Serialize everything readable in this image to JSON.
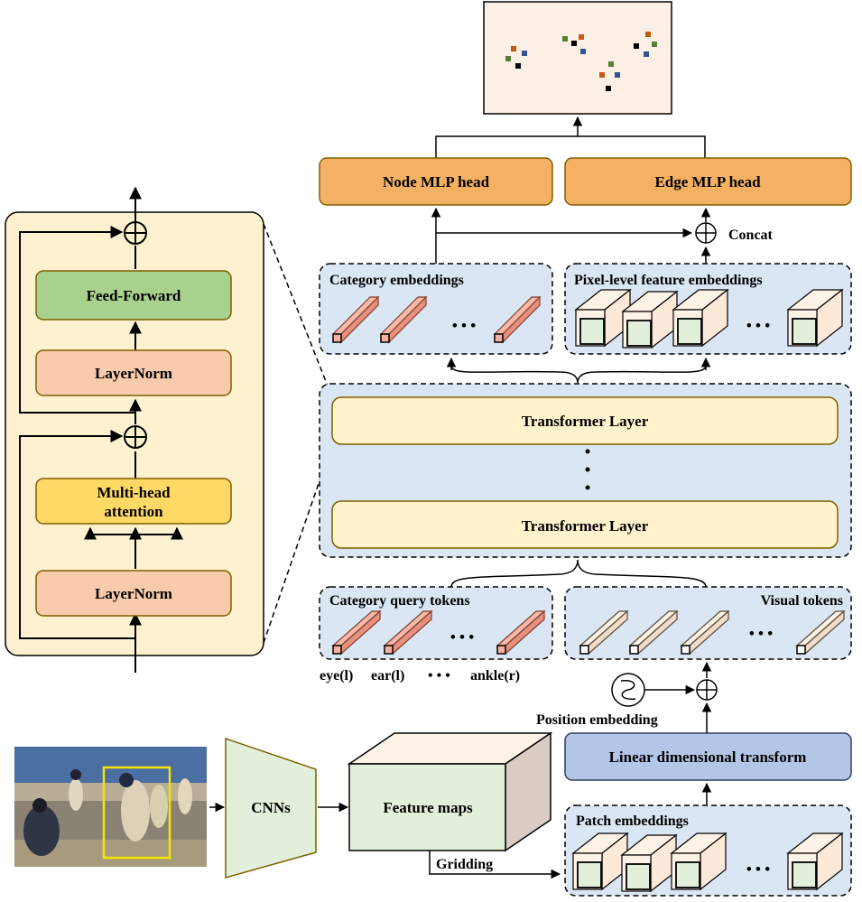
{
  "transformer_block": {
    "feed_forward": "Feed-Forward",
    "layernorm_top": "LayerNorm",
    "attention_line1": "Multi-head",
    "attention_line2": "attention",
    "layernorm_bottom": "LayerNorm"
  },
  "heads": {
    "node": "Node MLP head",
    "edge": "Edge MLP head",
    "concat": "Concat"
  },
  "embeddings": {
    "category": "Category embeddings",
    "pixel": "Pixel-level feature embeddings"
  },
  "transformer": {
    "layer_top": "Transformer Layer",
    "layer_bottom": "Transformer Layer"
  },
  "tokens": {
    "category_query": "Category query tokens",
    "visual": "Visual tokens",
    "label_1": "eye(l)",
    "label_2": "ear(l)",
    "label_3": "• • •",
    "label_4": "ankle(r)"
  },
  "bottom": {
    "position_embedding": "Position embedding",
    "linear_transform": "Linear dimensional transform",
    "cnns": "CNNs",
    "feature_maps": "Feature maps",
    "gridding": "Gridding",
    "patch_embeddings": "Patch embeddings"
  },
  "ellipsis": "• • •",
  "colors": {
    "block_bg": "#fdf1cf",
    "feed_forward": "#a9d18e",
    "layernorm": "#f8cbad",
    "attention": "#ffd966",
    "mlp_head": "#f4b163",
    "panel_blue": "#dae6f3",
    "transformer_layer": "#fff2cc",
    "linear": "#b4c6e7",
    "cnn": "#e2efda",
    "token_red": "#f4b0a0",
    "token_cream": "#fdf2e6"
  },
  "icons": [
    "arrow-icon",
    "plus-circle-icon",
    "sine-icon"
  ]
}
